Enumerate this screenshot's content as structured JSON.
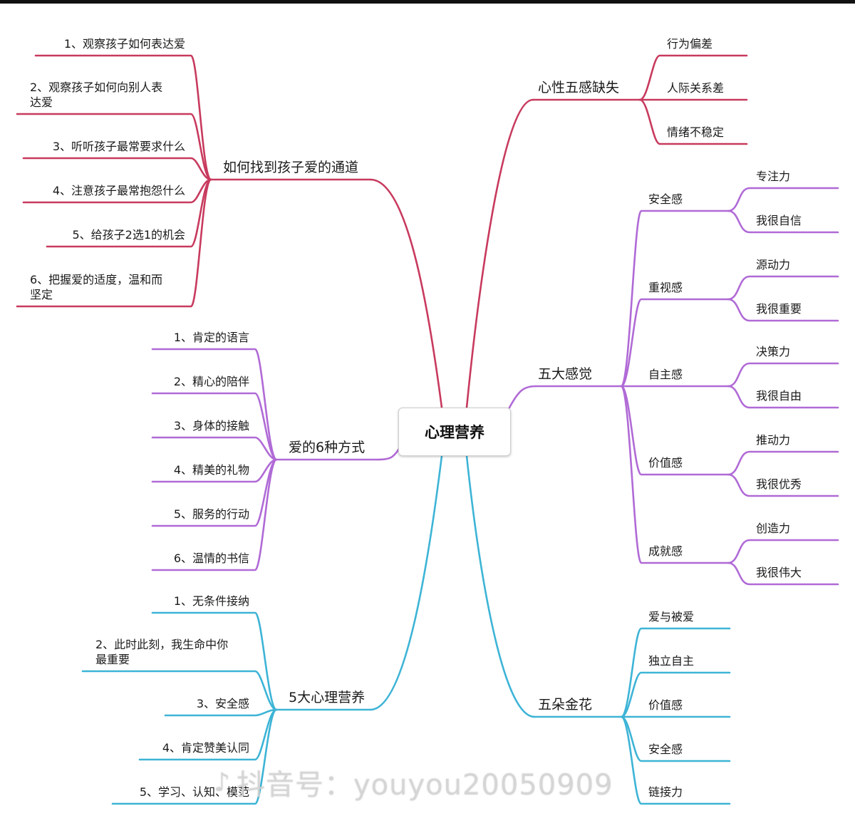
{
  "center": {
    "label": "心理营养"
  },
  "colors": {
    "crimson": "#c83a5e",
    "violet": "#b06ad6",
    "cyan": "#3db4d6"
  },
  "branches": {
    "love_channel": {
      "label": "如何找到孩子爱的通道",
      "color": "#c83a5e",
      "items": [
        [
          "1、观察孩子如何表达爱"
        ],
        [
          "2、观察孩子如何向别人表",
          "达爱"
        ],
        [
          "3、听听孩子最常要求什么"
        ],
        [
          "4、注意孩子最常抱怨什么"
        ],
        [
          "5、给孩子2选1的机会"
        ],
        [
          "6、把握爱的适度，温和而",
          "坚定"
        ]
      ]
    },
    "love_ways": {
      "label": "爱的6种方式",
      "color": "#b06ad6",
      "items": [
        [
          "1、肯定的语言"
        ],
        [
          "2、精心的陪伴"
        ],
        [
          "3、身体的接触"
        ],
        [
          "4、精美的礼物"
        ],
        [
          "5、服务的行动"
        ],
        [
          "6、温情的书信"
        ]
      ]
    },
    "five_nutrition": {
      "label": "5大心理营养",
      "color": "#3db4d6",
      "items": [
        [
          "1、无条件接纳"
        ],
        [
          "2、此时此刻，我生命中你",
          "最重要"
        ],
        [
          "3、安全感"
        ],
        [
          "4、肯定赞美认同"
        ],
        [
          "5、学习、认知、模范"
        ]
      ]
    },
    "five_senses_missing": {
      "label": "心性五感缺失",
      "color": "#c83a5e",
      "items": [
        "行为偏差",
        "人际关系差",
        "情绪不稳定"
      ]
    },
    "five_feelings": {
      "label": "五大感觉",
      "color": "#b06ad6",
      "items": [
        {
          "label": "安全感",
          "children": [
            "专注力",
            "我很自信"
          ]
        },
        {
          "label": "重视感",
          "children": [
            "源动力",
            "我很重要"
          ]
        },
        {
          "label": "自主感",
          "children": [
            "决策力",
            "我很自由"
          ]
        },
        {
          "label": "价值感",
          "children": [
            "推动力",
            "我很优秀"
          ]
        },
        {
          "label": "成就感",
          "children": [
            "创造力",
            "我很伟大"
          ]
        }
      ]
    },
    "five_flowers": {
      "label": "五朵金花",
      "color": "#3db4d6",
      "items": [
        "爱与被爱",
        "独立自主",
        "价值感",
        "安全感",
        "链接力"
      ]
    }
  },
  "watermark": {
    "text": "抖音号：youyou20050909"
  }
}
